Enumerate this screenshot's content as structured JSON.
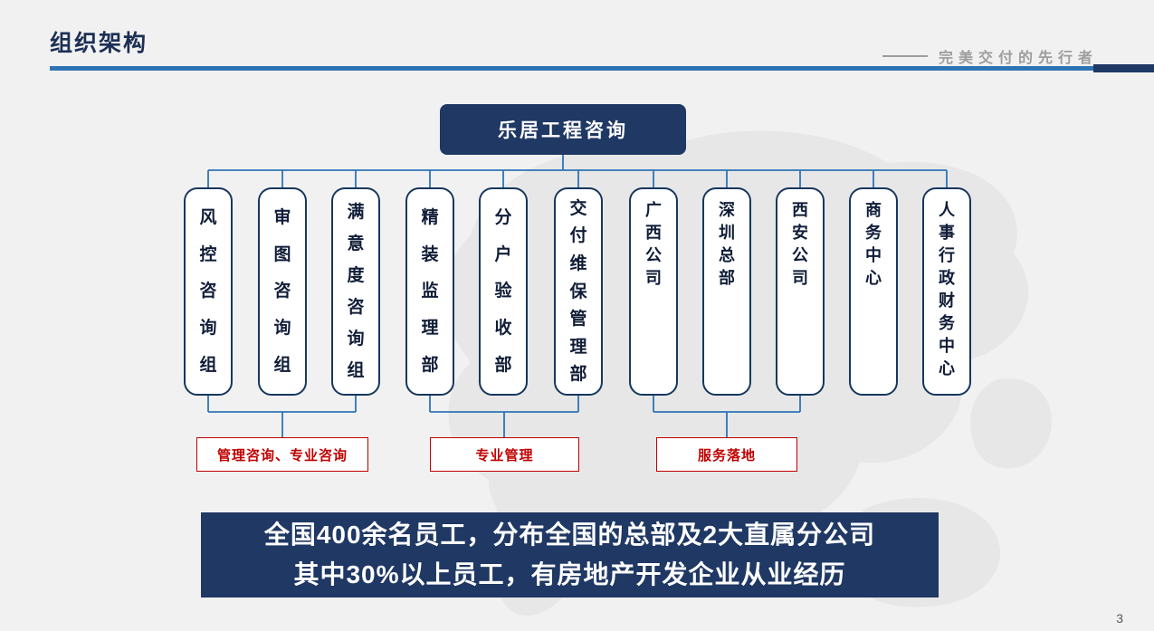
{
  "page": {
    "title": "组织架构",
    "tagline": "完美交付的先行者",
    "page_number": "3"
  },
  "org_chart": {
    "root": "乐居工程咨询",
    "departments": [
      "风控咨询组",
      "审图咨询组",
      "满意度咨询组",
      "精装监理部",
      "分户验收部",
      "交付维保管理部",
      "广西公司",
      "深圳总部",
      "西安公司",
      "商务中心",
      "人事行政财务中心"
    ],
    "groups": [
      {
        "label": "管理咨询、专业咨询"
      },
      {
        "label": "专业管理"
      },
      {
        "label": "服务落地"
      }
    ]
  },
  "banner": {
    "line1": "全国400余名员工，分布全国的总部及2大直属分公司",
    "line2": "其中30%以上员工，有房地产开发企业从业经历"
  },
  "colors": {
    "navy": "#1F3864",
    "connector_blue": "#2E74B5",
    "accent_red": "#C00000",
    "tagline_gray": "#9D9D9D",
    "background": "#F1F1F1",
    "map_gray": "#E7E7E7"
  }
}
